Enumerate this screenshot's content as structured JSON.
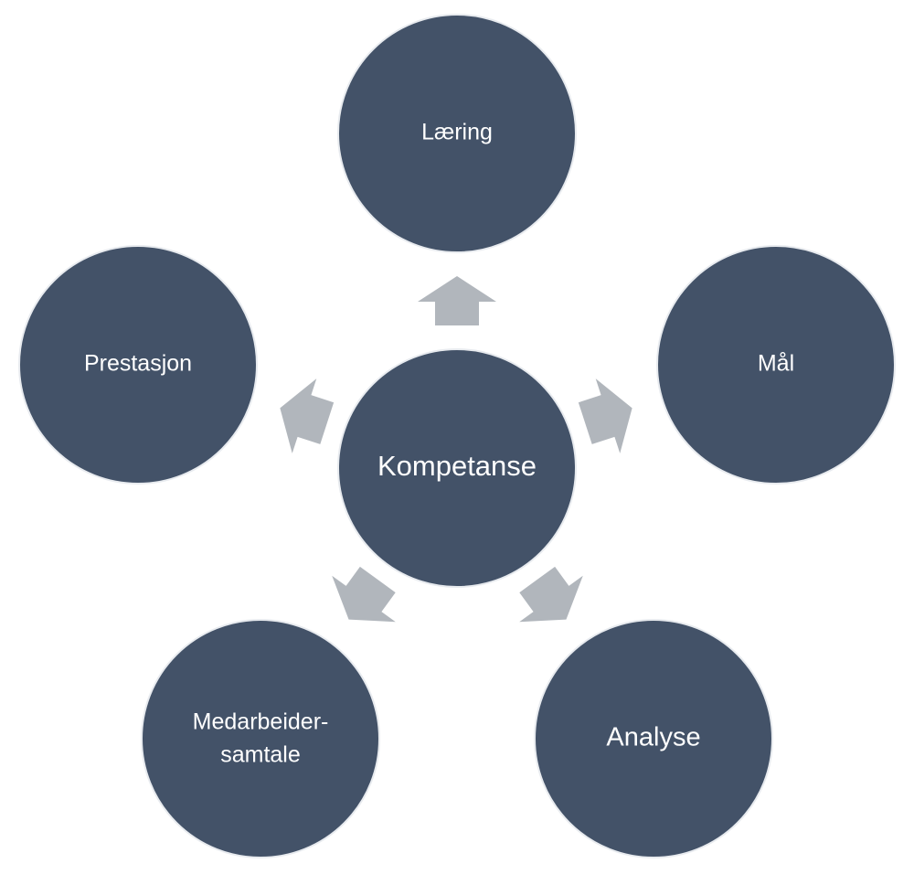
{
  "diagram": {
    "colors": {
      "circle_fill": "#435268",
      "circle_stroke": "#e8ebef",
      "arrow_fill": "#b1b6bc",
      "text": "#ffffff"
    },
    "center": {
      "label": "Kompetanse"
    },
    "nodes": [
      {
        "id": "laering",
        "label": "Læring"
      },
      {
        "id": "maal",
        "label": "Mål"
      },
      {
        "id": "analyse",
        "label": "Analyse"
      },
      {
        "id": "medarbeidersamtale",
        "label_line1": "Medarbeider-",
        "label_line2": "samtale"
      },
      {
        "id": "prestasjon",
        "label": "Prestasjon"
      }
    ]
  }
}
